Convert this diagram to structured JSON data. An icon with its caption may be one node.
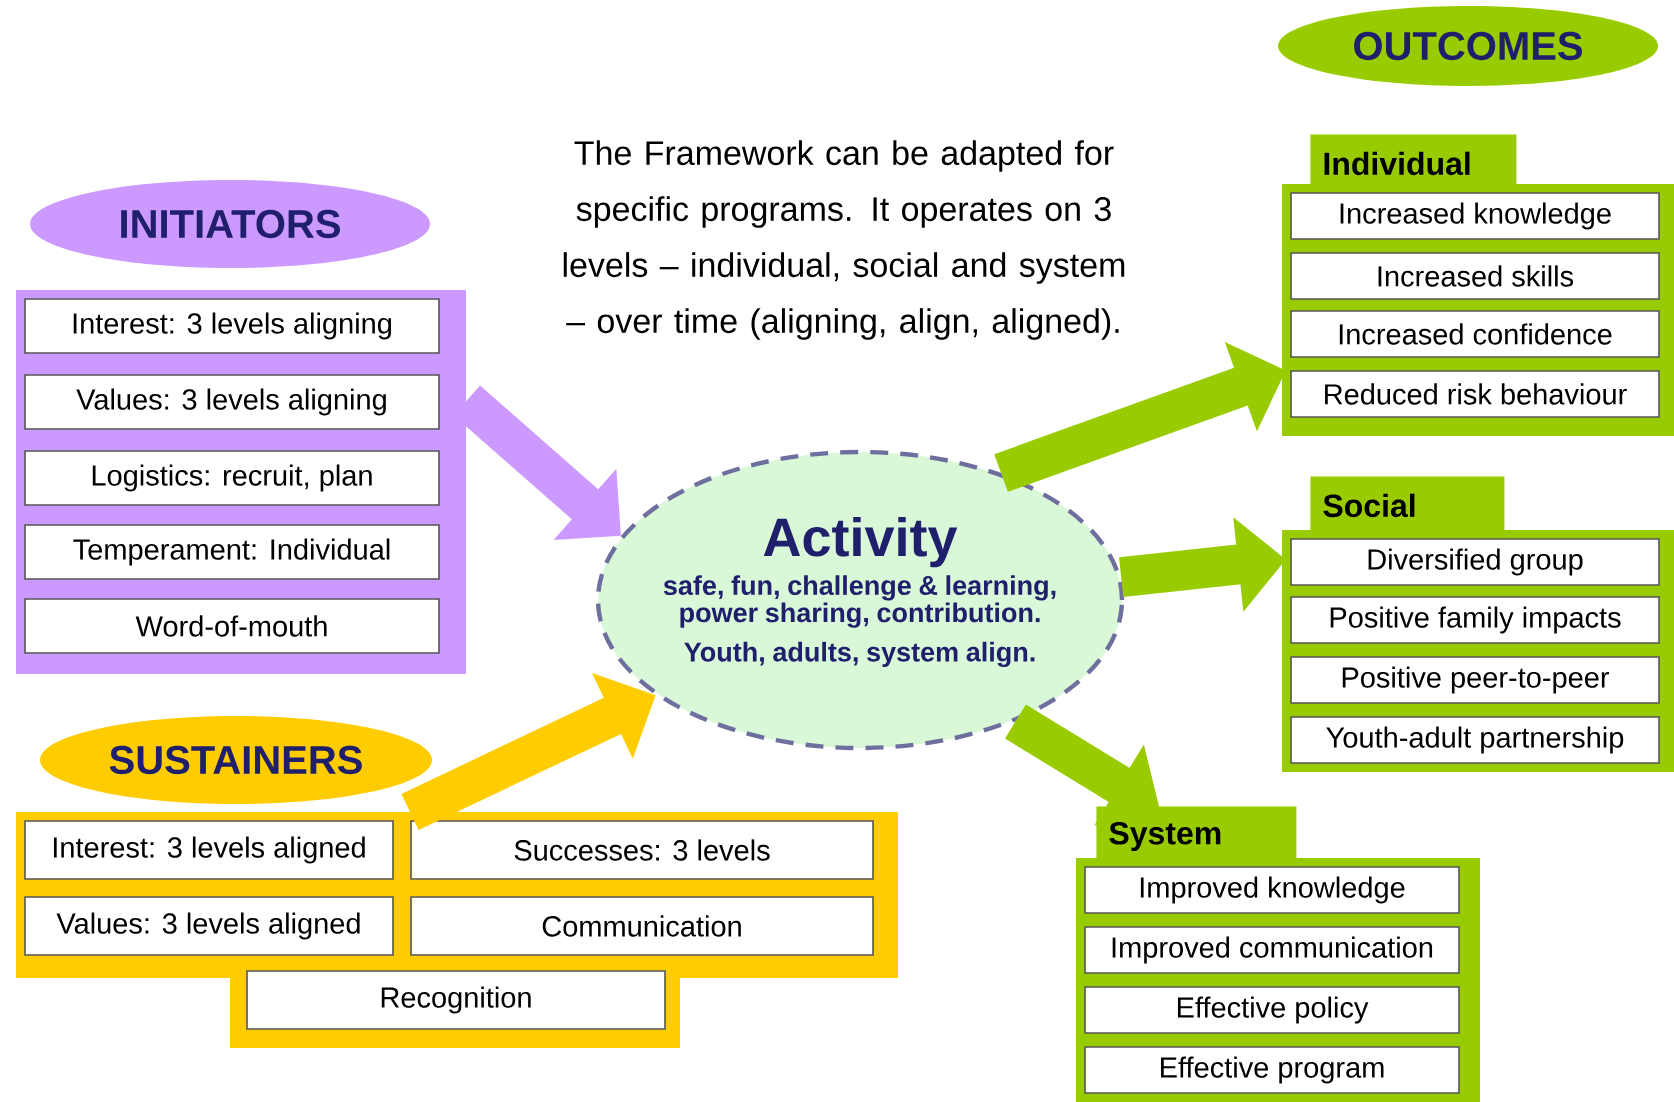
{
  "diagram": {
    "nodes": [
      {
        "text": [
          "INITIATORS"
        ]
      },
      {
        "text": [],
        "shape": "box"
      },
      {
        "text": [
          "Interest: 3 levels aligning"
        ],
        "in": 1
      },
      {
        "text": [
          "Values: 3 levels aligning"
        ],
        "in": 1
      },
      {
        "text": [
          "Logistics: recruit, plan"
        ],
        "in": 1
      },
      {
        "text": [
          "Temperament: Individual"
        ],
        "in": 1
      },
      {
        "text": [
          "Word-of-mouth"
        ],
        "in": 1
      },
      {
        "text": [
          "SUSTAINERS"
        ]
      },
      {
        "text": [],
        "shape": "box"
      },
      {
        "text": [
          "Interest: 3 levels aligned"
        ],
        "in": 8
      },
      {
        "text": [
          "Successes: 3 levels"
        ],
        "in": 8
      },
      {
        "text": [
          "Values: 3 levels aligned"
        ],
        "in": 8
      },
      {
        "text": [
          "Communication"
        ],
        "in": 8
      },
      {
        "text": [
          "Recognition"
        ],
        "in": 8
      },
      {
        "text": [
          "Activity",
          "safe, fun, challenge & learning, power sharing, contribution.",
          "Youth, adults, system align."
        ]
      },
      {
        "text": [
          "OUTCOMES"
        ]
      },
      {
        "text": [
          "Individual"
        ]
      },
      {
        "text": [
          "Increased knowledge"
        ],
        "in": 16
      },
      {
        "text": [
          "Increased skills"
        ],
        "in": 16
      },
      {
        "text": [
          "Increased confidence"
        ],
        "in": 16
      },
      {
        "text": [
          "Reduced risk behaviour"
        ],
        "in": 16
      },
      {
        "text": [
          "Social"
        ]
      },
      {
        "text": [
          "Diversified group"
        ],
        "in": 21
      },
      {
        "text": [
          "Positive family impacts"
        ],
        "in": 21
      },
      {
        "text": [
          "Positive peer-to-peer"
        ],
        "in": 21
      },
      {
        "text": [
          "Youth-adult partnership"
        ],
        "in": 21
      },
      {
        "text": [
          "System"
        ]
      },
      {
        "text": [
          "Improved knowledge"
        ],
        "in": 26
      },
      {
        "text": [
          "Improved communication"
        ],
        "in": 26
      },
      {
        "text": [
          "Effective policy"
        ],
        "in": 26
      },
      {
        "text": [
          "Effective program"
        ],
        "in": 26
      }
    ],
    "edges": [
      {
        "from": 1,
        "to": 14,
        "arrow": "to",
        "color": "#cc99ff"
      },
      {
        "from": 8,
        "to": 14,
        "arrow": "to",
        "color": "#ffcc00"
      },
      {
        "from": 14,
        "to": 16,
        "arrow": "to"
      },
      {
        "from": 14,
        "to": 21,
        "arrow": "to"
      },
      {
        "from": 14,
        "to": 26,
        "arrow": "to"
      }
    ],
    "labels": [
      "The Framework can be adapted for specific programs. It operates on 3 levels – individual, social and system – over time (aligning, align, aligned)."
    ]
  }
}
